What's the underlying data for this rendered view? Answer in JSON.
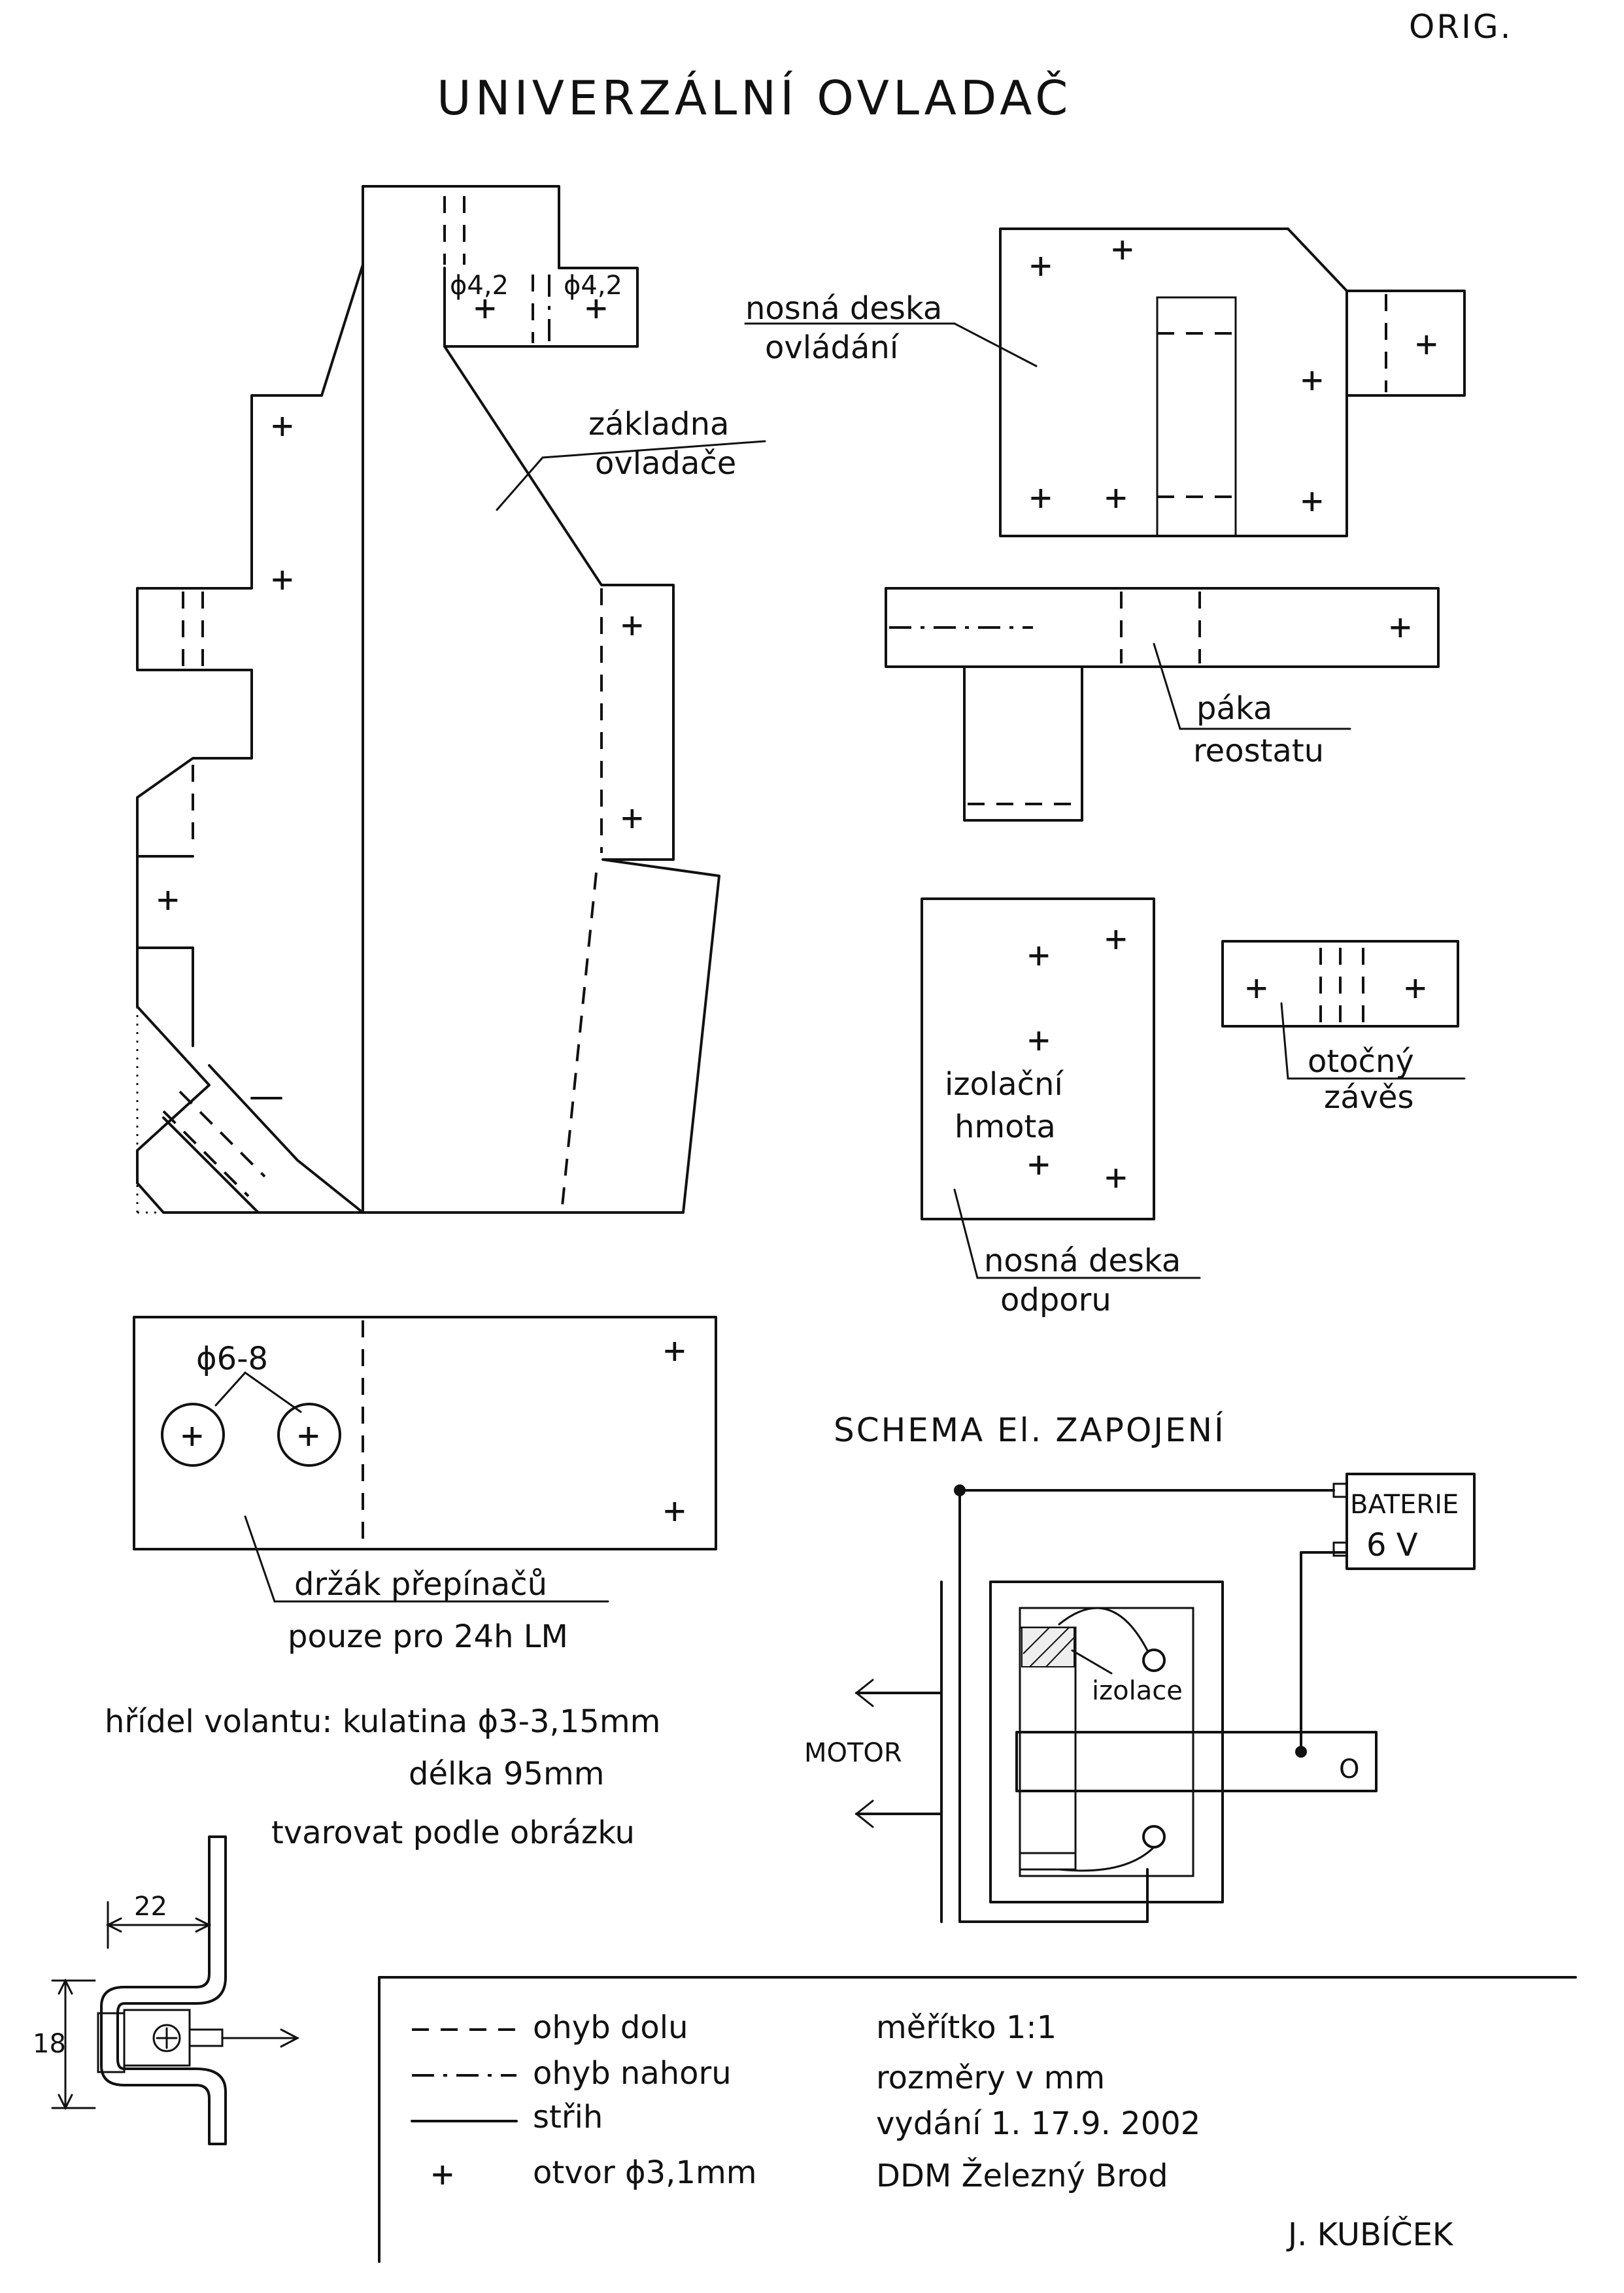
{
  "header": {
    "orig_mark": "ORIG.",
    "title": "UNIVERZÁLNÍ OVLADAČ"
  },
  "parts": {
    "zakladna": {
      "label_1": "základna",
      "label_2": "ovladače",
      "hole_1": "ϕ4,2",
      "hole_2": "ϕ4,2"
    },
    "nosna_deska_ovladani": {
      "label_1": "nosná deska",
      "label_2": "ovládání"
    },
    "paka_reostatu": {
      "label_1": "páka",
      "label_2": "reostatu"
    },
    "nosna_deska_odporu": {
      "inner_1": "izolační",
      "inner_2": "hmota",
      "label_1": "nosná deska",
      "label_2": "odporu"
    },
    "otocny_zaves": {
      "label_1": "otočný",
      "label_2": "závěs"
    },
    "drzak_prepinacu": {
      "hole_dim": "ϕ6-8",
      "label_1": "držák přepínačů",
      "label_2": "pouze pro 24h LM"
    }
  },
  "shaft": {
    "line_1": "hřídel volantu: kulatina ϕ3-3,15mm",
    "line_2": "délka 95mm",
    "line_3": "tvarovat podle obrázku",
    "dim_width": "22",
    "dim_height": "18"
  },
  "schema": {
    "title": "SCHEMA El. ZAPOJENÍ",
    "battery_1": "BATERIE",
    "battery_2": "6 V",
    "insulation": "izolace",
    "motor": "MOTOR",
    "contact": "O"
  },
  "legend": {
    "ohyb_dolu": "ohyb dolu",
    "ohyb_nahoru": "ohyb nahoru",
    "strih": "střih",
    "otvor": "otvor ϕ3,1mm",
    "otvor_symbol": "+"
  },
  "info": {
    "scale": "měřítko 1:1",
    "units": "rozměry v mm",
    "issue": "vydání 1. 17.9. 2002",
    "org": "DDM Železný Brod"
  },
  "author": "J. KUBÍČEK"
}
